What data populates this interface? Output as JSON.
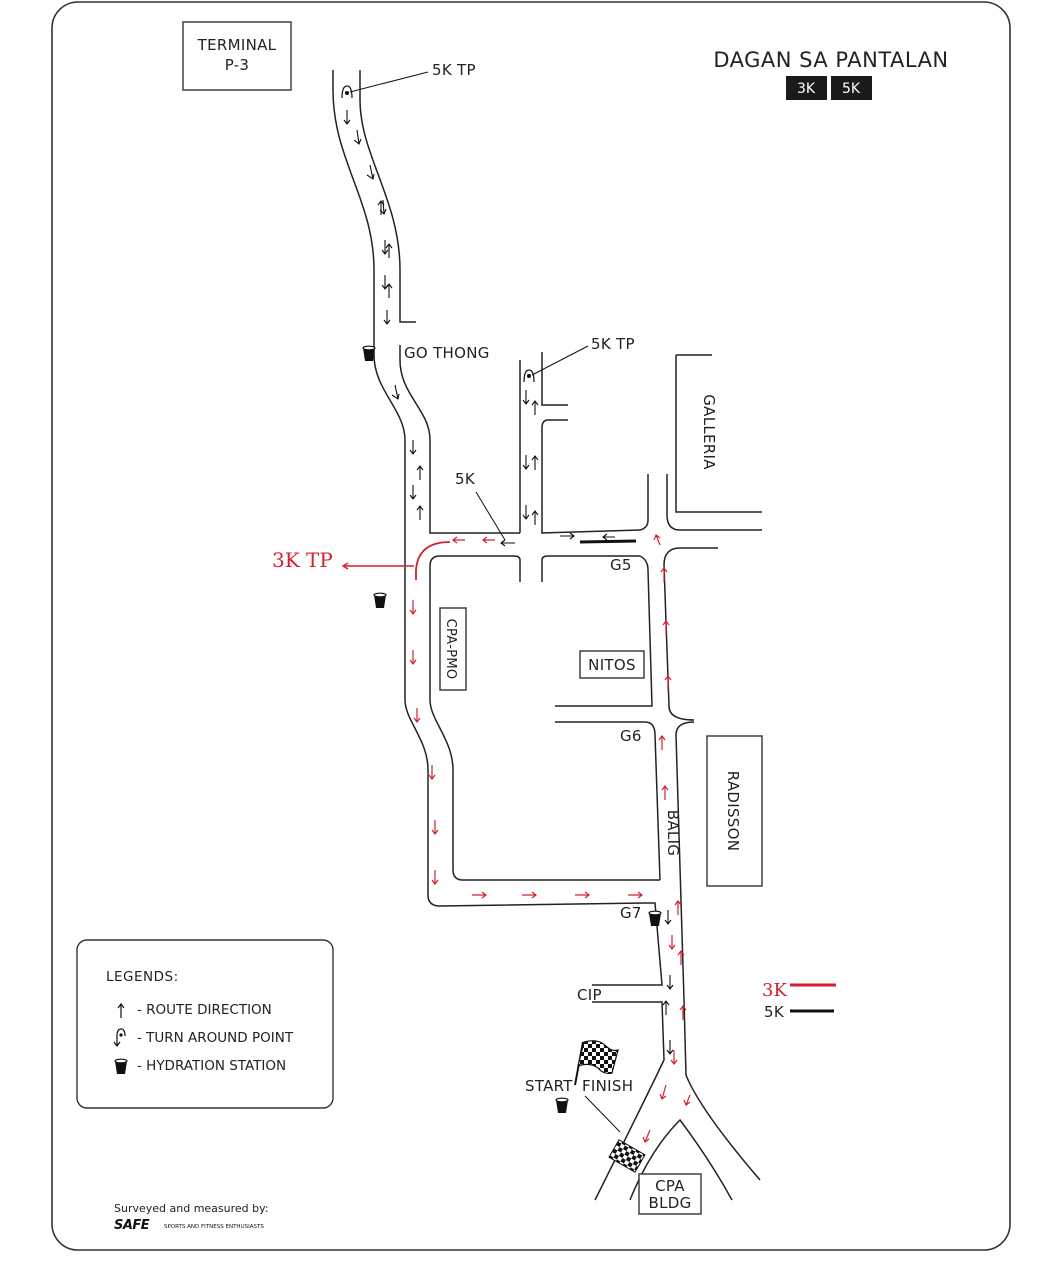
{
  "title": "DAGAN SA PANTALAN",
  "badges": [
    "3K",
    "5K"
  ],
  "landmarks": {
    "terminal_line1": "TERMINAL",
    "terminal_line2": "P-3",
    "galleria": "GALLERIA",
    "cpa_pmo": "CPA-PMO",
    "nitos": "NITOS",
    "radisson": "RADISSON",
    "cpa_bldg_line1": "CPA",
    "cpa_bldg_line2": "BLDG"
  },
  "streets": {
    "go_thong": "GO THONG",
    "balig": "BALIG",
    "cip": "CIP"
  },
  "gates": [
    "G5",
    "G6",
    "G7"
  ],
  "markers": {
    "tp_5k_north": "5K TP",
    "tp_5k_east": "5K TP",
    "label_5k": "5K",
    "tp_3k": "3K TP",
    "start": "START",
    "finish": "FINISH"
  },
  "legend": {
    "title": "LEGENDS:",
    "items": [
      {
        "icon": "route-direction-arrow-icon",
        "label": "- ROUTE DIRECTION"
      },
      {
        "icon": "turn-around-icon",
        "label": "- TURN AROUND POINT"
      },
      {
        "icon": "hydration-cup-icon",
        "label": "- HYDRATION STATION"
      }
    ]
  },
  "route_key": [
    {
      "label": "3K",
      "color": "#d42030"
    },
    {
      "label": "5K",
      "color": "#111111"
    }
  ],
  "credit": {
    "line1": "Surveyed and measured by:",
    "logo": "SAFE",
    "tagline": "SPORTS AND FITNESS ENTHUSIASTS"
  },
  "colors": {
    "route_3k": "#d42030",
    "route_5k": "#111111",
    "ink": "#222222"
  }
}
